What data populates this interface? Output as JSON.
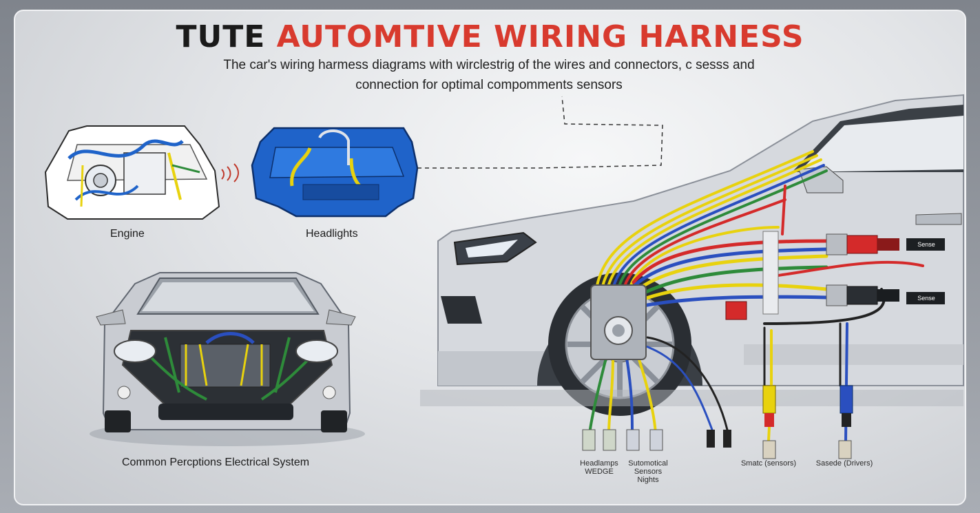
{
  "title": {
    "part1": "TUTE",
    "part2": "AUTOMTIVE WIRING HARNESS"
  },
  "subtitle": {
    "line1": "The car's wiring harmess diagrams with wirclestrig of the wires and connectors, c sesss and",
    "line2": "connection for optimal compomments sensors"
  },
  "diagrams": {
    "engine_label": "Engine",
    "headlights_label": "Headlights",
    "front_car_label": "Common Percptions Electrical System"
  },
  "connectors": {
    "label1_line1": "Headlamps",
    "label1_line2": "WEDGE",
    "label2_line1": "Sutomotical",
    "label2_line2": "Sensors",
    "label2_line3": "Nights",
    "label3": "Smatc (sensors)",
    "label4": "Sasede (Drivers)",
    "tag1": "Sense",
    "tag2": "Sense"
  },
  "colors": {
    "title_accent": "#d83a2e",
    "wire_yellow": "#e8d20e",
    "wire_red": "#d42a2a",
    "wire_blue": "#2a4fbf",
    "wire_green": "#2e8b3a",
    "schematic_blue": "#1f63c9"
  }
}
